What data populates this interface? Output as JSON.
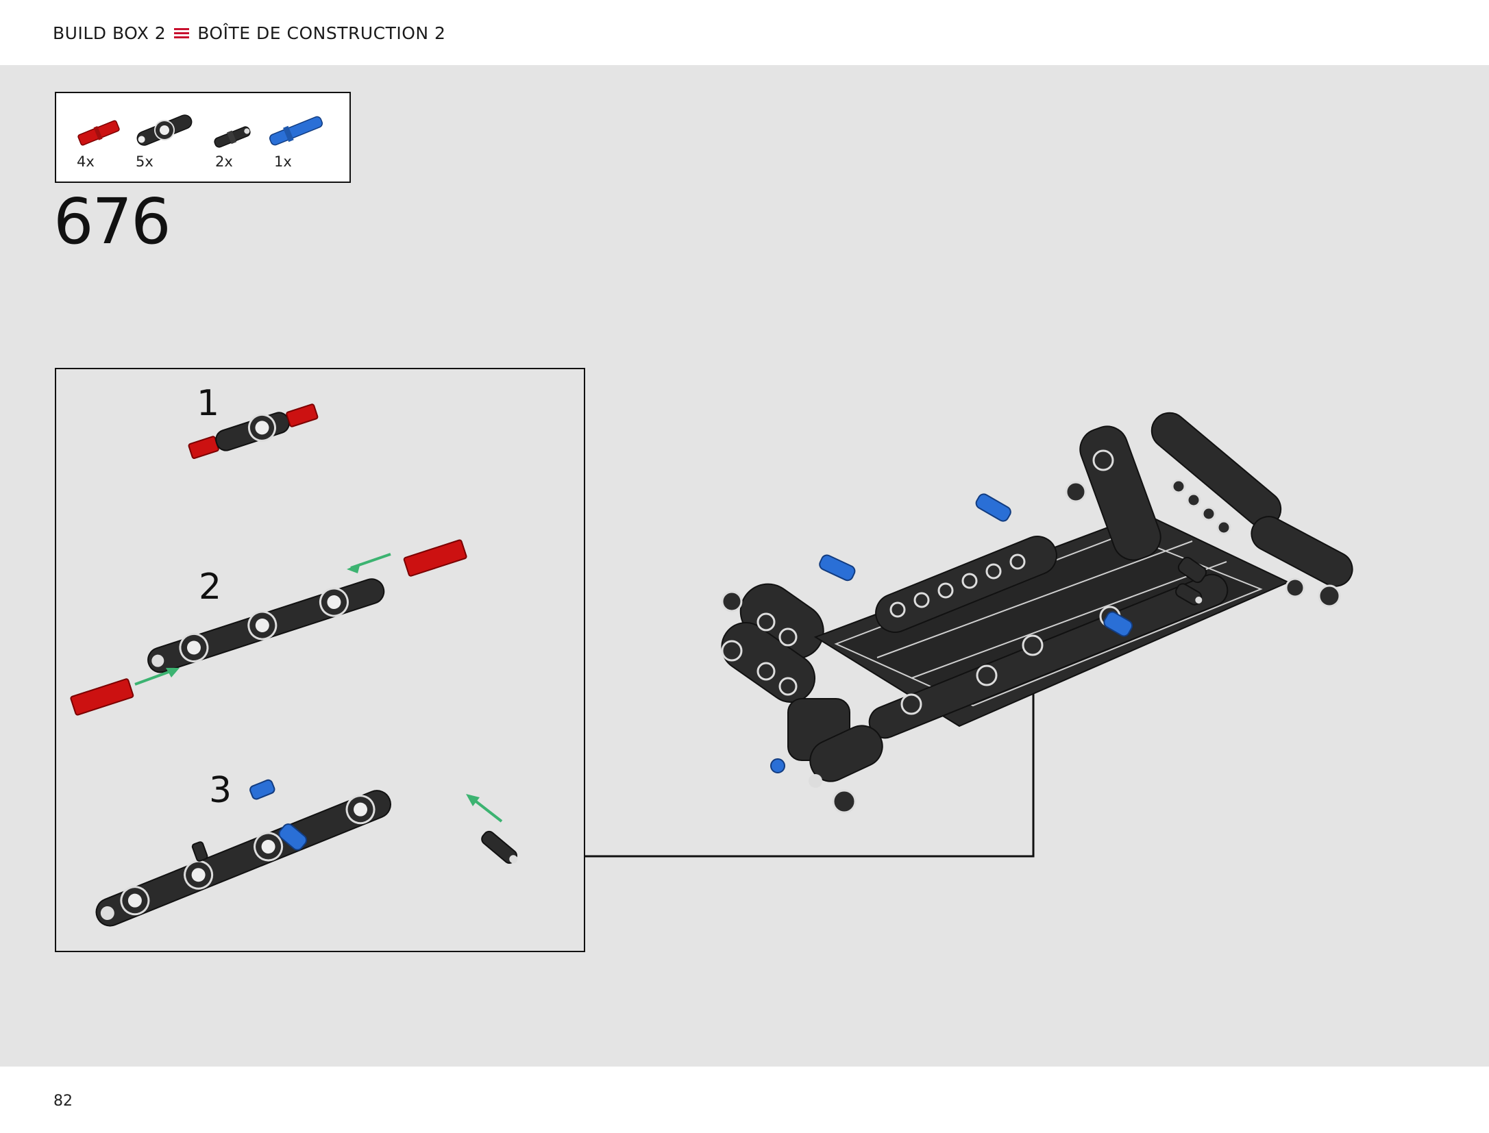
{
  "header": {
    "title_en": "BUILD BOX 2",
    "title_fr": "BOÎTE DE CONSTRUCTION 2"
  },
  "parts_list": [
    {
      "color": "#cc1111",
      "icon": "red-axle-pin-icon",
      "qty": "4x"
    },
    {
      "color": "#2b2b2b",
      "icon": "black-connector-icon",
      "qty": "5x"
    },
    {
      "color": "#2b2b2b",
      "icon": "black-pin-icon",
      "qty": "2x"
    },
    {
      "color": "#2a6fd6",
      "icon": "blue-axle-pin-icon",
      "qty": "1x"
    }
  ],
  "step": {
    "number": "676"
  },
  "subassembly": {
    "substeps": [
      {
        "label": "1"
      },
      {
        "label": "2"
      },
      {
        "label": "3"
      }
    ]
  },
  "colors": {
    "background": "#e4e4e4",
    "beam": "#2b2b2b",
    "red_pin": "#cc1111",
    "blue_pin": "#2a6fd6",
    "arrow": "#3cb371"
  },
  "footer": {
    "page": "82"
  }
}
